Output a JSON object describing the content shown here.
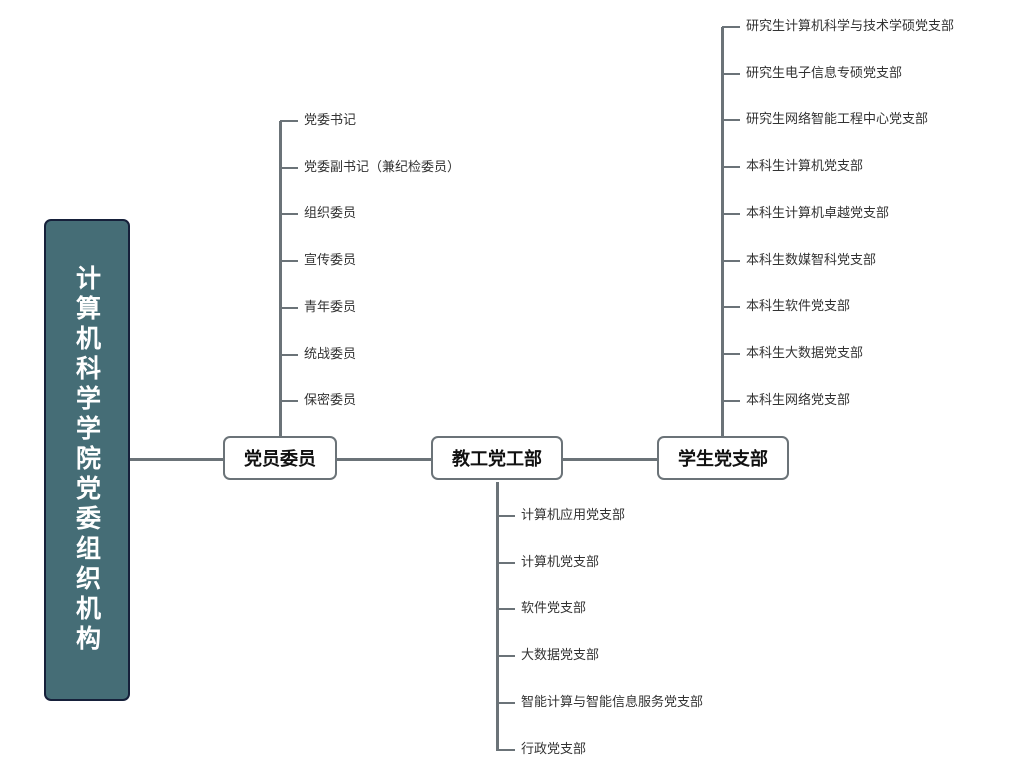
{
  "root": {
    "title": "计算机科学学院党委组织机构"
  },
  "branches": [
    {
      "label": "党员委员",
      "children": [
        "党委书记",
        "党委副书记（兼纪检委员）",
        "组织委员",
        "宣传委员",
        "青年委员",
        "统战委员",
        "保密委员"
      ]
    },
    {
      "label": "教工党工部",
      "children": [
        "计算机应用党支部",
        "计算机党支部",
        "软件党支部",
        "大数据党支部",
        "智能计算与智能信息服务党支部",
        "行政党支部"
      ]
    },
    {
      "label": "学生党支部",
      "children": [
        "研究生计算机科学与技术学硕党支部",
        "研究生电子信息专硕党支部",
        "研究生网络智能工程中心党支部",
        "本科生计算机党支部",
        "本科生计算机卓越党支部",
        "本科生数媒智科党支部",
        "本科生软件党支部",
        "本科生大数据党支部",
        "本科生网络党支部"
      ]
    }
  ],
  "colors": {
    "root_fill": "#456d76",
    "root_border": "#16203a",
    "line": "#6b7378"
  }
}
